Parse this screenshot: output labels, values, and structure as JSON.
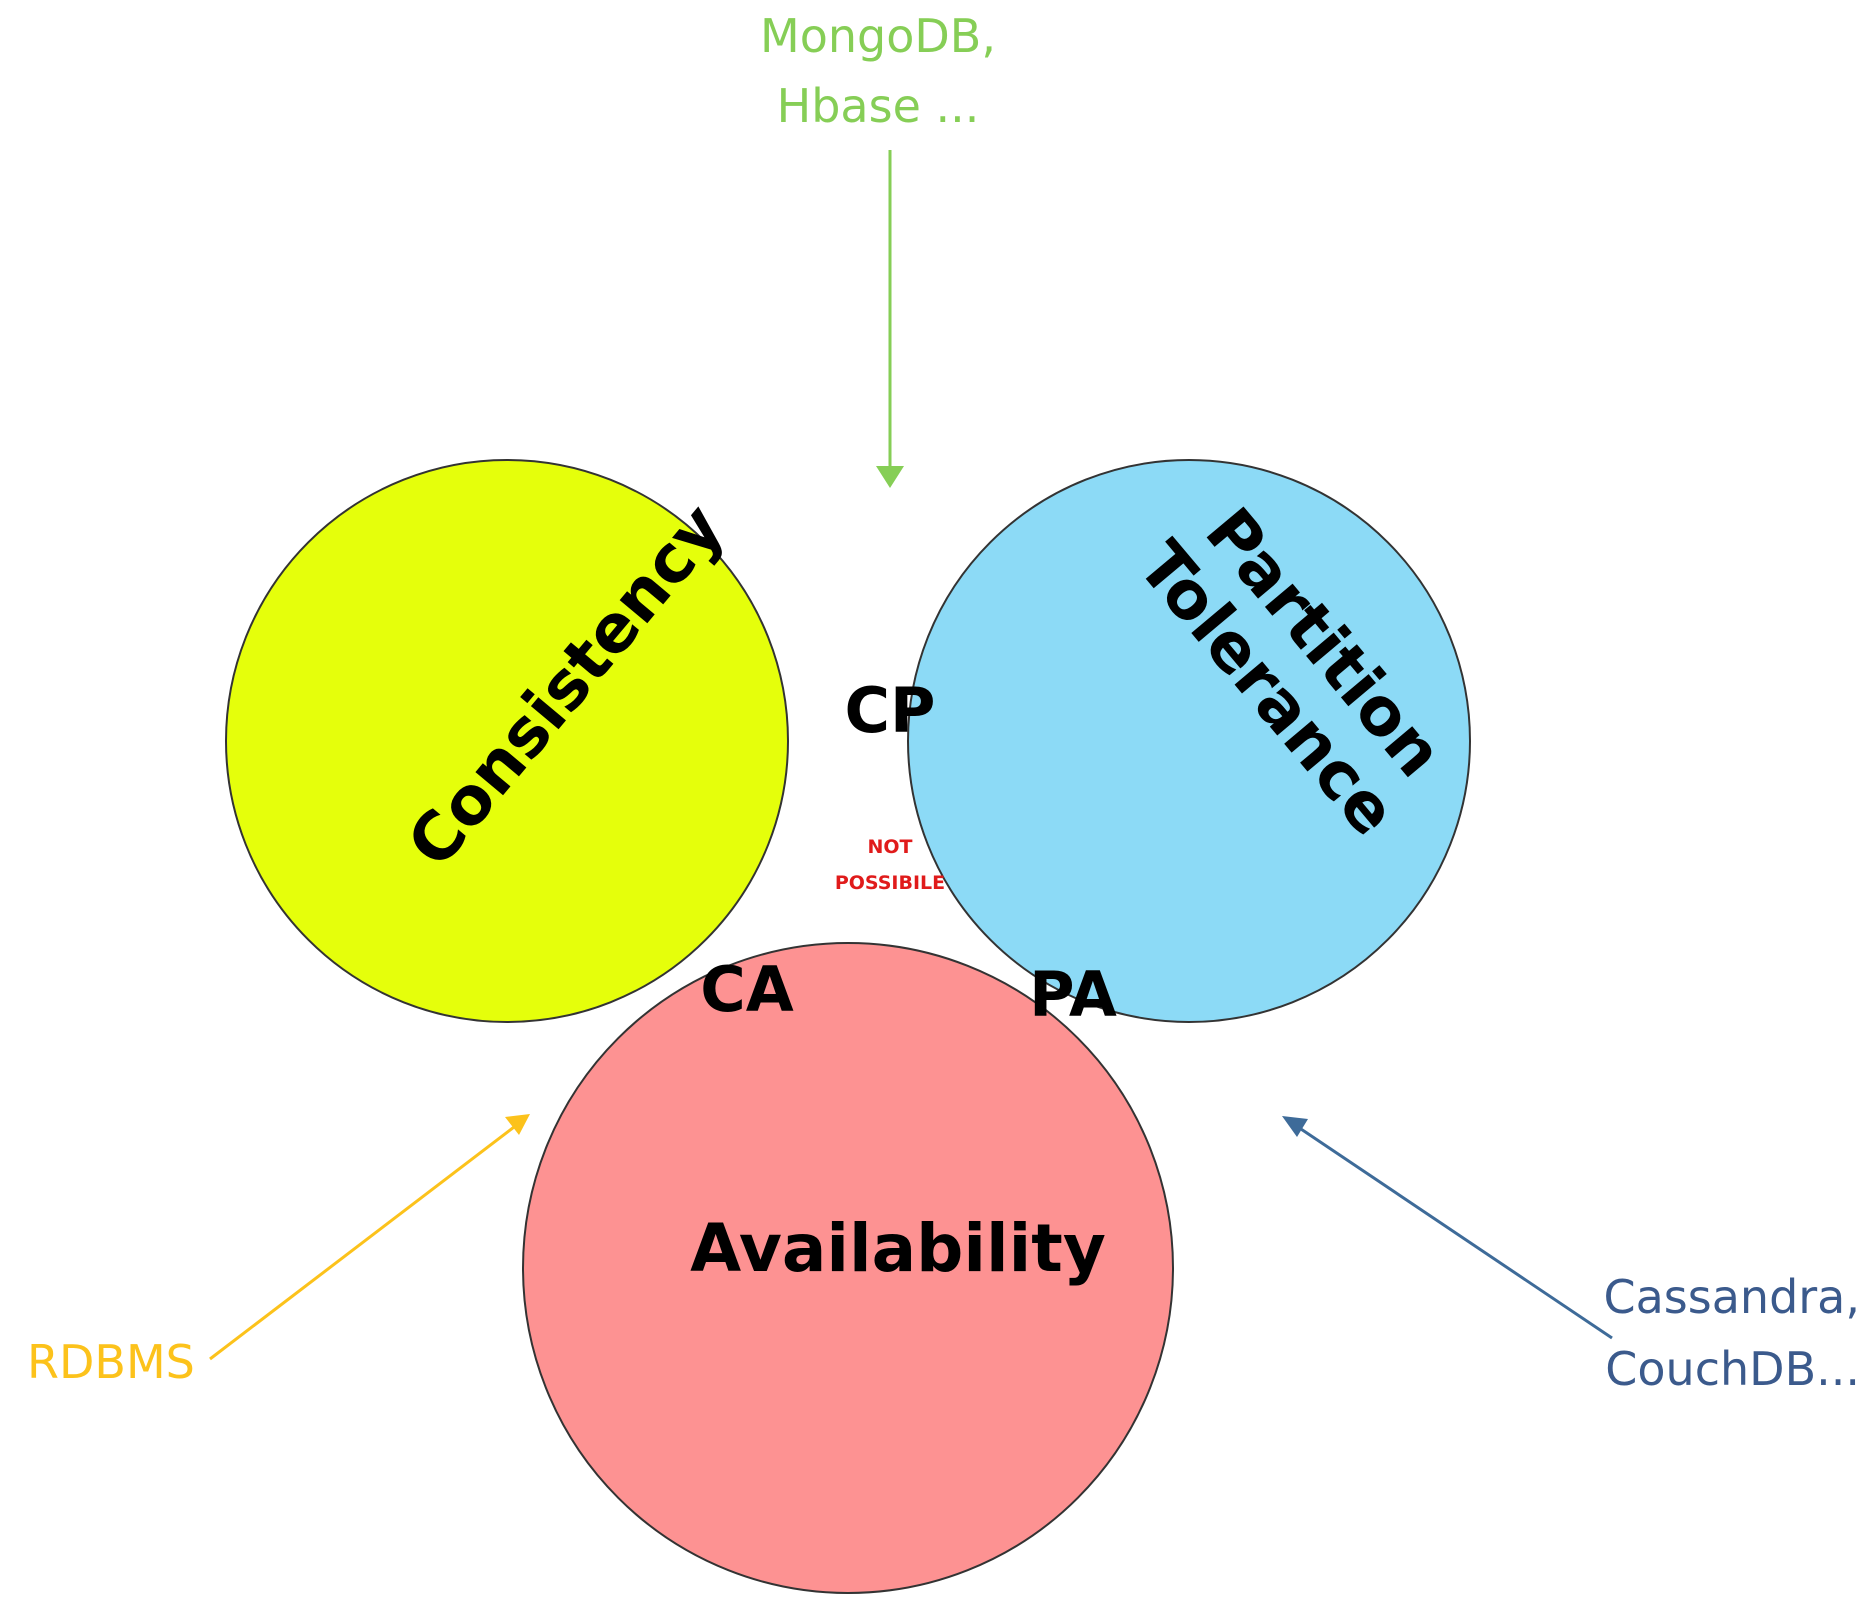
{
  "circles": {
    "consistency": {
      "label": "Consistency",
      "fill": "#e5ff0b"
    },
    "partition": {
      "label_line1": "Partition",
      "label_line2": "Tolerance",
      "fill": "#8cdaf6"
    },
    "availability": {
      "label": "Availability",
      "fill": "#fd9292"
    }
  },
  "regions": {
    "cp": {
      "label": "CP",
      "fill": "#7fd970"
    },
    "ca": {
      "label": "CA",
      "fill": "#ef8f0e"
    },
    "pa": {
      "label": "PA",
      "fill": "#8da0bd"
    },
    "center": {
      "line1": "NOT",
      "line2": "POSSIBILE",
      "fill": "#8a9e72",
      "text_color": "#e01b1b"
    }
  },
  "systems": {
    "cp": {
      "line1": "MongoDB,",
      "line2": "Hbase ...",
      "color": "#86ce56"
    },
    "ca": {
      "label": "RDBMS",
      "color": "#fcc21b"
    },
    "pa": {
      "line1": "Cassandra,",
      "line2": "CouchDB...",
      "color": "#3b5a8c",
      "arrow_color": "#3e6b99"
    }
  }
}
